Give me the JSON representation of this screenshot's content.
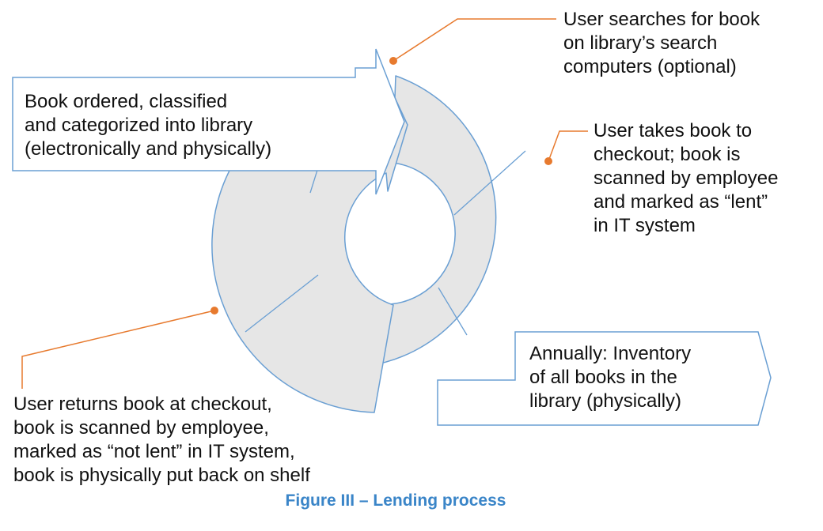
{
  "diagram": {
    "colors": {
      "ring_fill": "#e6e6e6",
      "outline": "#6a9fd3",
      "callout_line": "#e77a2e",
      "text": "#111111",
      "caption": "#3a85c8"
    },
    "steps": {
      "search": [
        "User searches for book",
        "on library’s search",
        "computers (optional)"
      ],
      "checkout": [
        "User takes book to",
        "checkout; book is",
        "scanned by employee",
        "and marked as “lent”",
        "in IT system"
      ],
      "return": [
        "User returns book at checkout,",
        "book is scanned by employee,",
        "marked as “not lent” in IT system,",
        "book is physically put back on shelf"
      ]
    },
    "arrows": {
      "ordered": [
        "Book ordered, classified",
        "and categorized into library",
        "(electronically and physically)"
      ],
      "inventory": [
        "Annually: Inventory",
        "of all books in the",
        "library (physically)"
      ]
    },
    "caption": "Figure III – Lending process"
  }
}
